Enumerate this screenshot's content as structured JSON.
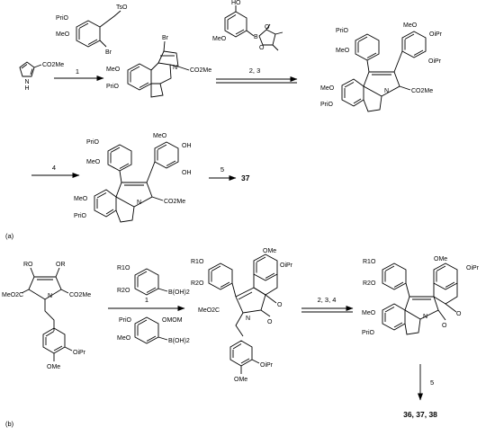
{
  "panels": [
    {
      "id": "a",
      "label": "(a)",
      "structures": [
        {
          "name": "methyl pyrrole-2-carboxylate",
          "labels": [
            "N",
            "H",
            "CO2Me"
          ]
        },
        {
          "name": "bromoaryl tosylate",
          "labels": [
            "PriO",
            "MeO",
            "Br",
            "TsO"
          ]
        },
        {
          "name": "bromo lamellarin core",
          "labels": [
            "Br",
            "MeO",
            "PriO",
            "N",
            "CO2Me"
          ]
        },
        {
          "name": "aryl boronate ester",
          "labels": [
            "HO",
            "MeO",
            "B",
            "O",
            "O"
          ]
        },
        {
          "name": "diaryl pyrrole intermediate",
          "labels": [
            "PriO",
            "MeO",
            "MeO",
            "OiPr",
            "OiPr",
            "MeO",
            "PriO",
            "N",
            "CO2Me"
          ]
        },
        {
          "name": "dihydroxy intermediate",
          "labels": [
            "PriO",
            "MeO",
            "MeO",
            "OH",
            "OH",
            "MeO",
            "PriO",
            "N",
            "CO2Me"
          ]
        }
      ],
      "steps": [
        "1",
        "2, 3",
        "4",
        "5"
      ],
      "products": [
        "37"
      ]
    },
    {
      "id": "b",
      "label": "(b)",
      "structures": [
        {
          "name": "pyrrole diester",
          "labels": [
            "RO",
            "OR",
            "MeO2C",
            "CO2Me",
            "N",
            "OiPr",
            "OMe"
          ]
        },
        {
          "name": "aryl boronic acid 1",
          "labels": [
            "R1O",
            "R2O",
            "B(OH)2"
          ]
        },
        {
          "name": "aryl boronic acid 2",
          "labels": [
            "PriO",
            "OMOM",
            "MeO",
            "B(OH)2"
          ]
        },
        {
          "name": "lactone intermediate",
          "labels": [
            "R1O",
            "R2O",
            "OMe",
            "OiPr",
            "MeO2C",
            "N",
            "O",
            "O",
            "OiPr",
            "OMe"
          ]
        },
        {
          "name": "lamellarin product",
          "labels": [
            "R1O",
            "R2O",
            "OMe",
            "OiPr",
            "MeO",
            "PriO",
            "N",
            "O",
            "O"
          ]
        }
      ],
      "steps": [
        "1",
        "2, 3, 4",
        "5"
      ],
      "products": [
        "36, 37, 38"
      ]
    }
  ]
}
